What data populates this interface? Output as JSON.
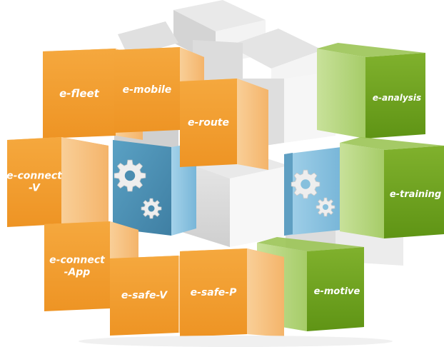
{
  "diagram": {
    "modules": [
      {
        "id": "e-fleet",
        "label": "e-fleet",
        "color": "orange"
      },
      {
        "id": "e-mobile",
        "label": "e-mobile",
        "color": "orange"
      },
      {
        "id": "e-route",
        "label": "e-route",
        "color": "orange"
      },
      {
        "id": "e-analysis",
        "label": "e-analysis",
        "color": "green"
      },
      {
        "id": "e-connect-v",
        "label": "e-connect -V",
        "color": "orange"
      },
      {
        "id": "e-training",
        "label": "e-training",
        "color": "green"
      },
      {
        "id": "e-connect-app",
        "label": "e-connect -App",
        "color": "orange"
      },
      {
        "id": "e-safe-v",
        "label": "e-safe-V",
        "color": "orange"
      },
      {
        "id": "e-safe-p",
        "label": "e-safe-P",
        "color": "orange"
      },
      {
        "id": "e-motive",
        "label": "e-motive",
        "color": "green"
      }
    ],
    "gear_blocks": [
      "left",
      "right"
    ]
  },
  "colors": {
    "orange_front": "#f3a33a",
    "orange_side": "#f8c98a",
    "orange_top": "#f7b968",
    "green_front": "#75a823",
    "green_side": "#b8d77f",
    "green_top": "#9bc455",
    "gray_front": "#d9d9d9",
    "gray_side": "#f2f2f2",
    "gray_top": "#e8e8e8",
    "blue_front": "#4f93b8",
    "blue_side": "#8cc3e0",
    "gear": "#eeeeee"
  }
}
